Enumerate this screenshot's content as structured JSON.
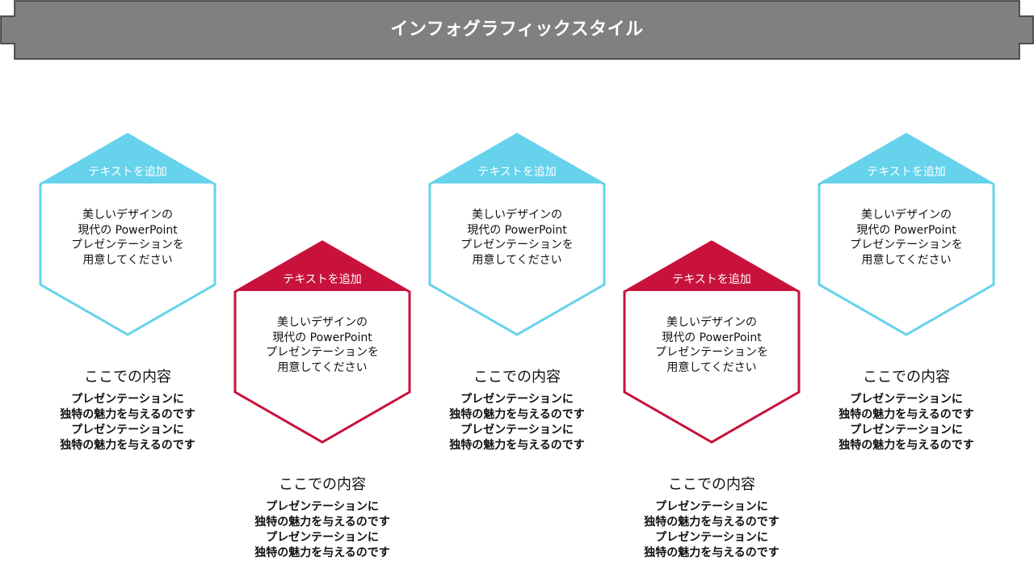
{
  "title": "インフォグラフィックスタイル",
  "colors": {
    "banner_fill": "#808080",
    "banner_border": "#333333",
    "blue": "#66d2ec",
    "red": "#c8123c"
  },
  "items": [
    {
      "color": "blue",
      "label": "テキストを追加",
      "body": [
        "美しいデザインの",
        "現代の PowerPoint",
        "プレゼンテーションを",
        "用意してください"
      ],
      "heading": "ここでの内容",
      "desc": [
        "プレゼンテーションに",
        "独特の魅力を与えるのです",
        "プレゼンテーションに",
        "独特の魅力を与えるのです"
      ]
    },
    {
      "color": "red",
      "label": "テキストを追加",
      "body": [
        "美しいデザインの",
        "現代の PowerPoint",
        "プレゼンテーションを",
        "用意してください"
      ],
      "heading": "ここでの内容",
      "desc": [
        "プレゼンテーションに",
        "独特の魅力を与えるのです",
        "プレゼンテーションに",
        "独特の魅力を与えるのです"
      ]
    },
    {
      "color": "blue",
      "label": "テキストを追加",
      "body": [
        "美しいデザインの",
        "現代の PowerPoint",
        "プレゼンテーションを",
        "用意してください"
      ],
      "heading": "ここでの内容",
      "desc": [
        "プレゼンテーションに",
        "独特の魅力を与えるのです",
        "プレゼンテーションに",
        "独特の魅力を与えるのです"
      ]
    },
    {
      "color": "red",
      "label": "テキストを追加",
      "body": [
        "美しいデザインの",
        "現代の PowerPoint",
        "プレゼンテーションを",
        "用意してください"
      ],
      "heading": "ここでの内容",
      "desc": [
        "プレゼンテーションに",
        "独特の魅力を与えるのです",
        "プレゼンテーションに",
        "独特の魅力を与えるのです"
      ]
    },
    {
      "color": "blue",
      "label": "テキストを追加",
      "body": [
        "美しいデザインの",
        "現代の PowerPoint",
        "プレゼンテーションを",
        "用意してください"
      ],
      "heading": "ここでの内容",
      "desc": [
        "プレゼンテーションに",
        "独特の魅力を与えるのです",
        "プレゼンテーションに",
        "独特の魅力を与えるのです"
      ]
    }
  ]
}
